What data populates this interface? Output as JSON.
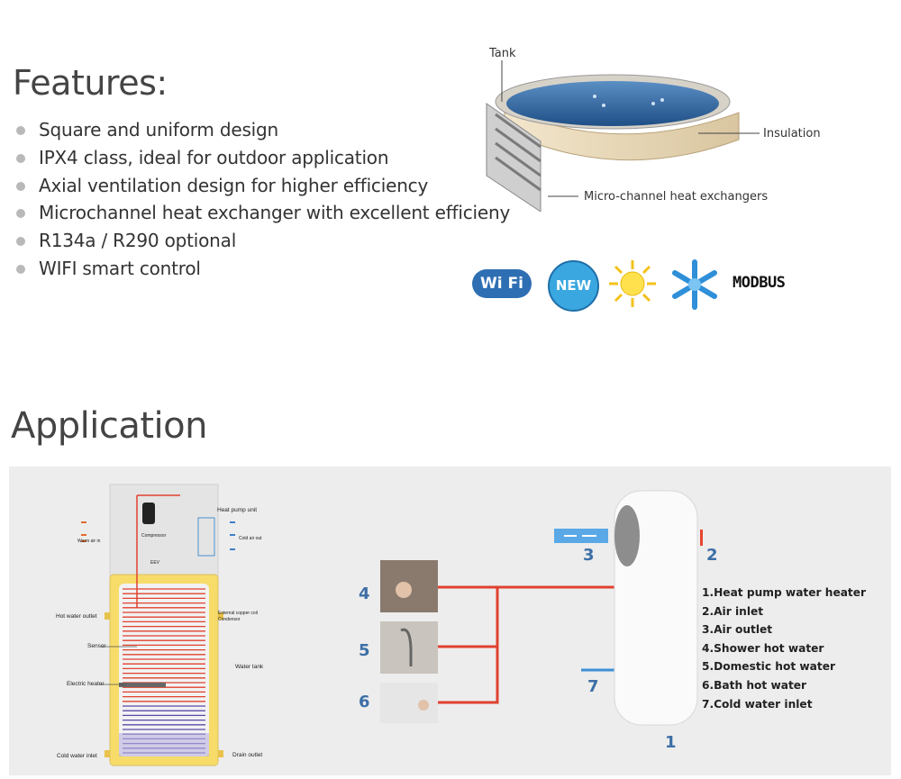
{
  "features": {
    "title": "Features:",
    "items": [
      "Square and uniform design",
      "IPX4 class, ideal for outdoor application",
      "Axial ventilation design for higher efficiency",
      "Microchannel heat exchanger with excellent efficieny",
      "R134a / R290 optional",
      "WIFI smart control"
    ]
  },
  "tank_diagram": {
    "tank_label": "Tank",
    "insulation_label": "Insulation",
    "microchannel_label": "Micro-channel heat exchangers"
  },
  "icons": {
    "wifi": "Wi Fi",
    "new": "NEW",
    "sun": "sun-icon",
    "snow": "snowflake-icon",
    "modbus": "MODBUS"
  },
  "application": {
    "title": "Application",
    "schematic": {
      "heat_pump_unit": "Heat pump unit",
      "compressor": "Compressor",
      "eev": "EEV",
      "warm_air_in": "Warm air in",
      "cold_air_out": "Cold air out",
      "hot_water_outlet": "Hot water outlet",
      "external_coil": "External copper coil",
      "condensor": "Condensor",
      "sensor": "Sensor",
      "water_tank": "Water tank",
      "electric_heater": "Electric heater",
      "cold_water_inlet": "Cold water inlet",
      "drain_outlet": "Drain outlet"
    },
    "numbers": {
      "n1": "1",
      "n2": "2",
      "n3": "3",
      "n4": "4",
      "n5": "5",
      "n6": "6",
      "n7": "7"
    },
    "legend": [
      "1.Heat pump water heater",
      "2.Air inlet",
      "3.Air outlet",
      "4.Shower hot water",
      "5.Domestic hot water",
      "6.Bath hot water",
      "7.Cold water inlet"
    ]
  },
  "colors": {
    "hot_pipe": "#e0412f",
    "cold_pipe": "#3d8fd6",
    "number_blue": "#3d6fa6",
    "tank_yellow": "#f7dc6a",
    "panel_bg": "#ededed"
  }
}
